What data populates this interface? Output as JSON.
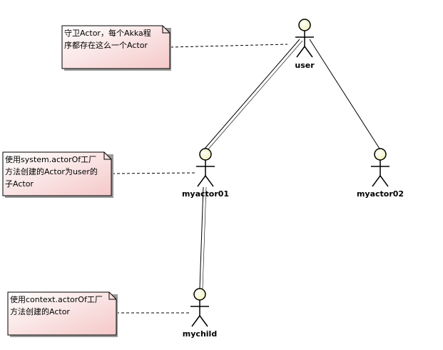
{
  "diagram": {
    "actors": [
      {
        "id": "user",
        "label": "user"
      },
      {
        "id": "myactor01",
        "label": "myactor01"
      },
      {
        "id": "myactor02",
        "label": "myactor02"
      },
      {
        "id": "mychild",
        "label": "mychild"
      }
    ],
    "notes": [
      {
        "id": "note-guardian",
        "lines": [
          "守卫Actor，每个Akka程",
          "序都存在这么一个Actor"
        ]
      },
      {
        "id": "note-system",
        "lines": [
          "使用system.actorOf工厂",
          "方法创建的Actor为user的",
          "子Actor"
        ]
      },
      {
        "id": "note-context",
        "lines": [
          "使用context.actorOf工厂",
          "方法创建的Actor"
        ]
      }
    ],
    "colors": {
      "note_fill_top": "#ffffff",
      "note_fill_bottom": "#f5c8c8",
      "actor_head": "#fafad2",
      "line": "#000000",
      "shadow": "#9a9a9a"
    }
  }
}
